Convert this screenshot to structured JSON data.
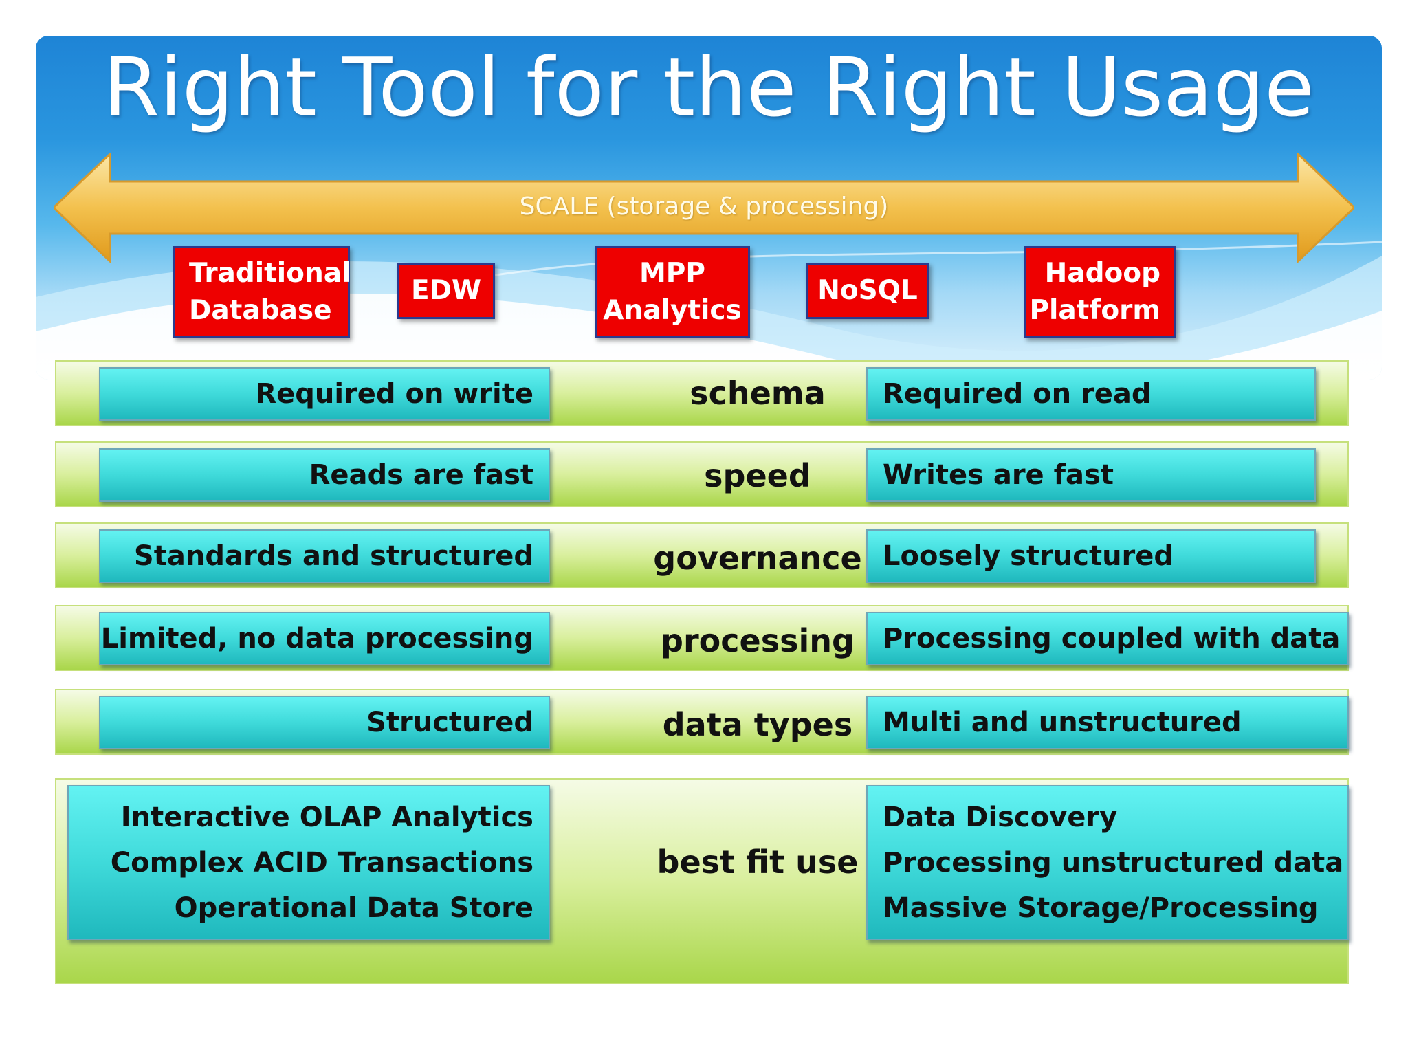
{
  "title": "Right Tool for the Right Usage",
  "scale_label": "SCALE (storage & processing)",
  "tools": [
    {
      "label": "Traditional\nDatabase"
    },
    {
      "label": "EDW"
    },
    {
      "label": "MPP\nAnalytics"
    },
    {
      "label": "NoSQL"
    },
    {
      "label": "Hadoop\nPlatform"
    }
  ],
  "rows": [
    {
      "left": "Required on write",
      "label": "schema",
      "right": "Required on read"
    },
    {
      "left": "Reads are fast",
      "label": "speed",
      "right": "Writes are fast"
    },
    {
      "left": "Standards and structured",
      "label": "governance",
      "right": "Loosely structured"
    },
    {
      "left": "Limited, no data processing",
      "label": "processing",
      "right": "Processing coupled with data"
    },
    {
      "left": "Structured",
      "label": "data types",
      "right": "Multi and unstructured"
    }
  ],
  "best_fit": {
    "label": "best fit use",
    "left": [
      "Interactive OLAP Analytics",
      "Complex ACID Transactions",
      "Operational Data Store"
    ],
    "right": [
      "Data Discovery",
      "Processing unstructured data",
      "Massive Storage/Processing"
    ]
  },
  "colors": {
    "tool_box": "#ee0000",
    "cell_fill": "#3fdada",
    "row_fill": "#d9ef9d",
    "arrow_fill": "#f2bf4a"
  }
}
